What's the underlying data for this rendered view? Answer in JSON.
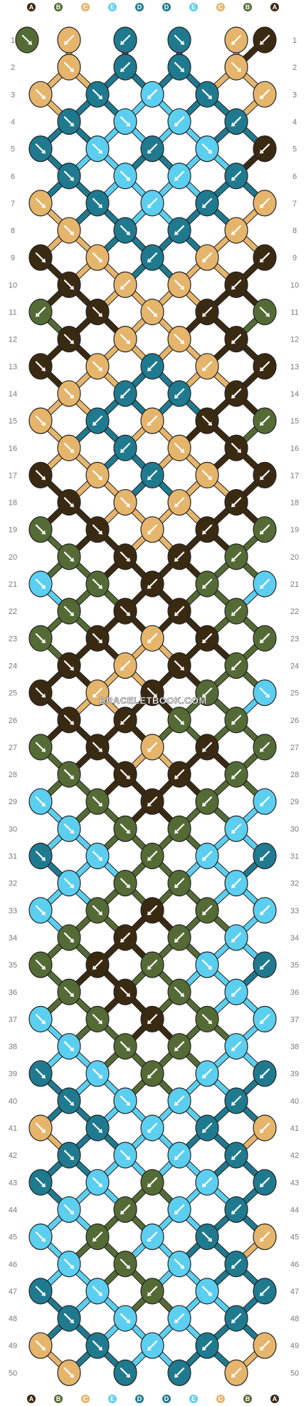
{
  "colors": {
    "A": "#3b2a12",
    "B": "#556b36",
    "C": "#e6b56c",
    "D": "#1f7a8f",
    "E": "#5ccff0"
  },
  "strands_top": [
    "A",
    "B",
    "C",
    "E",
    "D",
    "D",
    "E",
    "C",
    "B",
    "A"
  ],
  "strands_bottom": [
    "A",
    "B",
    "C",
    "E",
    "D",
    "D",
    "E",
    "C",
    "B",
    "A"
  ],
  "rows_count": 50,
  "row_numbers": [
    "1",
    "2",
    "3",
    "4",
    "5",
    "6",
    "7",
    "8",
    "9",
    "10",
    "11",
    "12",
    "13",
    "14",
    "15",
    "16",
    "17",
    "18",
    "19",
    "20",
    "21",
    "22",
    "23",
    "24",
    "25",
    "26",
    "27",
    "28",
    "29",
    "30",
    "31",
    "32",
    "33",
    "34",
    "35",
    "36",
    "37",
    "38",
    "39",
    "40",
    "41",
    "42",
    "43",
    "44",
    "45",
    "46",
    "47",
    "48",
    "49",
    "50"
  ],
  "watermark": "BRACELETBOOK.COM",
  "knots": [
    [
      "B",
      "C",
      "D",
      "D",
      "C",
      "A"
    ],
    [
      "C",
      "D",
      "D",
      "C"
    ],
    [
      "C",
      "D",
      "E",
      "D",
      "C"
    ],
    [
      "D",
      "E",
      "E",
      "D"
    ],
    [
      "D",
      "E",
      "D",
      "E",
      "A"
    ],
    [
      "D",
      "E",
      "E",
      "D"
    ],
    [
      "C",
      "D",
      "E",
      "D",
      "C"
    ],
    [
      "C",
      "D",
      "D",
      "C"
    ],
    [
      "A",
      "C",
      "D",
      "C",
      "A"
    ],
    [
      "A",
      "C",
      "C",
      "A"
    ],
    [
      "B",
      "A",
      "C",
      "A",
      "B"
    ],
    [
      "A",
      "C",
      "C",
      "A"
    ],
    [
      "A",
      "C",
      "D",
      "C",
      "A"
    ],
    [
      "C",
      "D",
      "D",
      "A"
    ],
    [
      "C",
      "D",
      "C",
      "A",
      "B"
    ],
    [
      "C",
      "D",
      "C",
      "A"
    ],
    [
      "A",
      "C",
      "D",
      "C",
      "A"
    ],
    [
      "A",
      "C",
      "C",
      "A"
    ],
    [
      "B",
      "A",
      "C",
      "A",
      "B"
    ],
    [
      "B",
      "A",
      "A",
      "B"
    ],
    [
      "E",
      "B",
      "A",
      "B",
      "E"
    ],
    [
      "B",
      "A",
      "A",
      "B"
    ],
    [
      "B",
      "A",
      "C",
      "A",
      "B"
    ],
    [
      "A",
      "C",
      "A",
      "B"
    ],
    [
      "A",
      "C",
      "A",
      "B",
      "E"
    ],
    [
      "A",
      "A",
      "B",
      "B"
    ],
    [
      "B",
      "A",
      "C",
      "A",
      "B"
    ],
    [
      "B",
      "A",
      "A",
      "B"
    ],
    [
      "E",
      "B",
      "A",
      "B",
      "E"
    ],
    [
      "E",
      "B",
      "B",
      "E"
    ],
    [
      "D",
      "E",
      "B",
      "E",
      "D"
    ],
    [
      "E",
      "B",
      "B",
      "E"
    ],
    [
      "E",
      "B",
      "A",
      "B",
      "E"
    ],
    [
      "B",
      "A",
      "B",
      "E"
    ],
    [
      "B",
      "A",
      "B",
      "E",
      "D"
    ],
    [
      "B",
      "A",
      "B",
      "E"
    ],
    [
      "E",
      "B",
      "A",
      "B",
      "E"
    ],
    [
      "E",
      "B",
      "B",
      "E"
    ],
    [
      "D",
      "E",
      "B",
      "E",
      "D"
    ],
    [
      "D",
      "E",
      "E",
      "D"
    ],
    [
      "C",
      "D",
      "E",
      "D",
      "C"
    ],
    [
      "D",
      "E",
      "E",
      "D"
    ],
    [
      "D",
      "E",
      "B",
      "E",
      "D"
    ],
    [
      "E",
      "B",
      "E",
      "D"
    ],
    [
      "E",
      "B",
      "E",
      "D",
      "C"
    ],
    [
      "E",
      "B",
      "E",
      "D"
    ],
    [
      "D",
      "E",
      "B",
      "E",
      "D"
    ],
    [
      "D",
      "E",
      "E",
      "D"
    ],
    [
      "C",
      "D",
      "E",
      "D",
      "C"
    ],
    [
      "C",
      "D",
      "D",
      "C"
    ]
  ],
  "directions": [
    [
      "rb",
      "lb",
      "lb",
      "rb",
      "lb",
      "lb"
    ],
    [
      "rb",
      "lb",
      "rb",
      "rb"
    ],
    [
      "rb",
      "rb",
      "lb",
      "rb",
      "lb"
    ],
    [
      "rb",
      "rb",
      "lb",
      "lb"
    ],
    [
      "rb",
      "rb",
      "lb",
      "rb",
      "lb"
    ],
    [
      "rb",
      "rb",
      "lb",
      "lb"
    ],
    [
      "rb",
      "rb",
      "lb",
      "lb",
      "lb"
    ],
    [
      "rb",
      "rb",
      "lb",
      "lb"
    ],
    [
      "rb",
      "rb",
      "lb",
      "lb",
      "lb"
    ],
    [
      "rb",
      "lb",
      "rb",
      "lb"
    ],
    [
      "lb",
      "rb",
      "rb",
      "lb",
      "rb"
    ],
    [
      "rb",
      "rb",
      "rb",
      "lb"
    ],
    [
      "rb",
      "rb",
      "lb",
      "lb",
      "lb"
    ],
    [
      "rb",
      "lb",
      "lb",
      "lb"
    ],
    [
      "rb",
      "lb",
      "lb",
      "rb",
      "lb"
    ],
    [
      "rb",
      "lb",
      "rb",
      "rb"
    ],
    [
      "rb",
      "rb",
      "lb",
      "rb",
      "lb"
    ],
    [
      "rb",
      "rb",
      "lb",
      "lb"
    ],
    [
      "rb",
      "rb",
      "lb",
      "lb",
      "lb"
    ],
    [
      "rb",
      "rb",
      "lb",
      "lb"
    ],
    [
      "rb",
      "rb",
      "lb",
      "lb",
      "lb"
    ],
    [
      "rb",
      "rb",
      "lb",
      "lb"
    ],
    [
      "rb",
      "rb",
      "lb",
      "lb",
      "lb"
    ],
    [
      "rb",
      "lb",
      "rb",
      "lb"
    ],
    [
      "rb",
      "lb",
      "rb",
      "lb",
      "rb"
    ],
    [
      "rb",
      "lb",
      "rb",
      "lb"
    ],
    [
      "rb",
      "rb",
      "lb",
      "lb",
      "lb"
    ],
    [
      "rb",
      "rb",
      "lb",
      "lb"
    ],
    [
      "rb",
      "rb",
      "lb",
      "lb",
      "lb"
    ],
    [
      "rb",
      "rb",
      "lb",
      "lb"
    ],
    [
      "rb",
      "rb",
      "lb",
      "lb",
      "lb"
    ],
    [
      "rb",
      "rb",
      "lb",
      "lb"
    ],
    [
      "rb",
      "rb",
      "lb",
      "lb",
      "lb"
    ],
    [
      "rb",
      "lb",
      "lb",
      "lb"
    ],
    [
      "rb",
      "lb",
      "lb",
      "rb",
      "lb"
    ],
    [
      "rb",
      "rb",
      "rb",
      "lb"
    ],
    [
      "rb",
      "rb",
      "lb",
      "rb",
      "lb"
    ],
    [
      "rb",
      "rb",
      "lb",
      "lb"
    ],
    [
      "rb",
      "rb",
      "lb",
      "lb",
      "lb"
    ],
    [
      "rb",
      "rb",
      "lb",
      "lb"
    ],
    [
      "rb",
      "rb",
      "lb",
      "lb",
      "lb"
    ],
    [
      "rb",
      "rb",
      "lb",
      "lb"
    ],
    [
      "rb",
      "rb",
      "lb",
      "lb",
      "lb"
    ],
    [
      "rb",
      "lb",
      "lb",
      "lb"
    ],
    [
      "rb",
      "lb",
      "lb",
      "rb",
      "lb"
    ],
    [
      "rb",
      "rb",
      "rb",
      "lb"
    ],
    [
      "rb",
      "rb",
      "lb",
      "rb",
      "lb"
    ],
    [
      "rb",
      "rb",
      "lb",
      "lb"
    ],
    [
      "rb",
      "rb",
      "lb",
      "lb",
      "lb"
    ],
    [
      "rb",
      "rb",
      "lb",
      "lb"
    ]
  ]
}
